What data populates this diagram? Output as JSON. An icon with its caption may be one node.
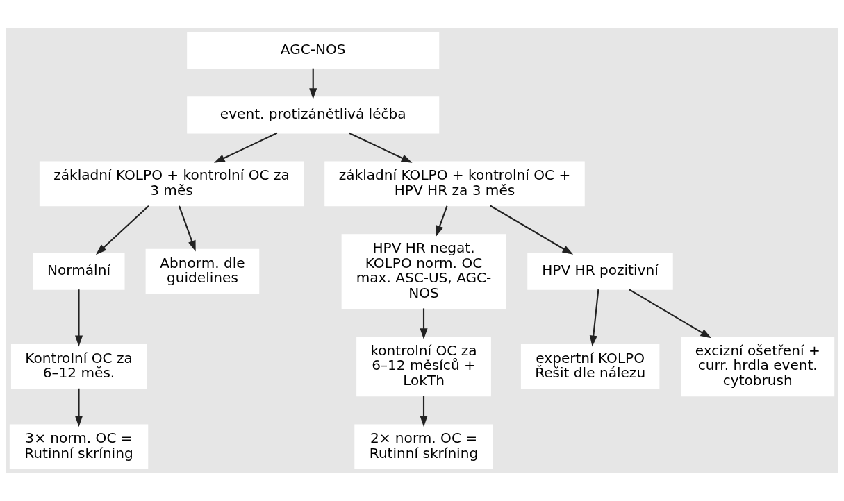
{
  "diagram": {
    "nodes": [
      {
        "text": [
          "AGC-NOS"
        ]
      },
      {
        "text": [
          "event. protizánětlivá léčba"
        ]
      },
      {
        "text": [
          "základní KOLPO + kontrolní OC za 3 měs"
        ]
      },
      {
        "text": [
          "základní KOLPO + kontrolní OC + HPV HR za 3 měs"
        ]
      },
      {
        "text": [
          "Normální"
        ]
      },
      {
        "text": [
          "Abnorm. dle guidelines"
        ]
      },
      {
        "text": [
          "HPV HR negat. KOLPO norm. OC max. ASC-US, AGC-NOS"
        ]
      },
      {
        "text": [
          "HPV HR pozitivní"
        ]
      },
      {
        "text": [
          "Kontrolní OC za 6–12 měs."
        ]
      },
      {
        "text": [
          "kontrolní OC za 6–12 měsíců + LokTh"
        ]
      },
      {
        "text": [
          "expertní KOLPO Řešit dle nálezu"
        ]
      },
      {
        "text": [
          "excizní ošetření + curr. hrdla event. cytobrush"
        ]
      },
      {
        "text": [
          "3× norm. OC = Rutinní skríning"
        ]
      },
      {
        "text": [
          "2× norm. OC = Rutinní skríning"
        ]
      }
    ],
    "edges": [
      {
        "from": 0,
        "to": 1,
        "arrow": "to"
      },
      {
        "from": 1,
        "to": 2,
        "arrow": "to"
      },
      {
        "from": 1,
        "to": 3,
        "arrow": "to"
      },
      {
        "from": 2,
        "to": 4,
        "arrow": "to"
      },
      {
        "from": 2,
        "to": 5,
        "arrow": "to"
      },
      {
        "from": 3,
        "to": 6,
        "arrow": "to"
      },
      {
        "from": 3,
        "to": 7,
        "arrow": "to"
      },
      {
        "from": 4,
        "to": 8,
        "arrow": "to"
      },
      {
        "from": 8,
        "to": 12,
        "arrow": "to"
      },
      {
        "from": 6,
        "to": 9,
        "arrow": "to"
      },
      {
        "from": 9,
        "to": 13,
        "arrow": "to"
      },
      {
        "from": 7,
        "to": 10,
        "arrow": "to"
      },
      {
        "from": 7,
        "to": 11,
        "arrow": "to"
      }
    ]
  }
}
